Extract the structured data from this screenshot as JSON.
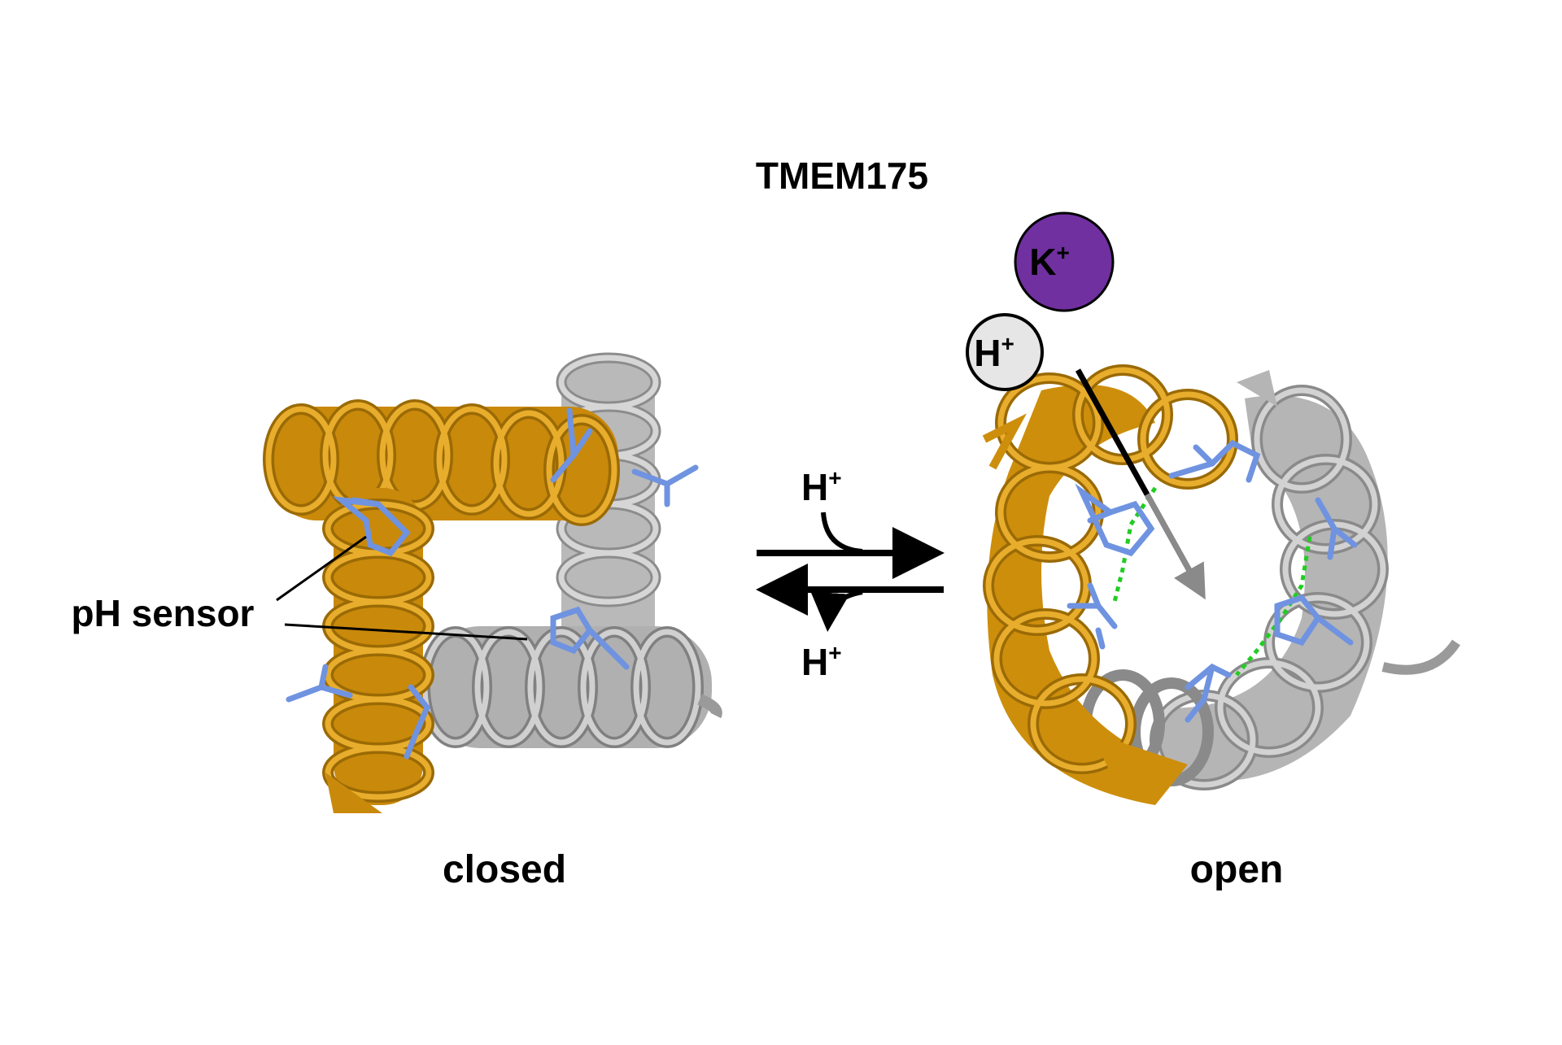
{
  "title": "TMEM175",
  "states": {
    "closed": {
      "label": "closed"
    },
    "open": {
      "label": "open"
    }
  },
  "annotation": {
    "ph_sensor": "pH sensor"
  },
  "equilibrium": {
    "forward_ion": "H",
    "forward_charge": "+",
    "reverse_ion": "H",
    "reverse_charge": "+"
  },
  "ions": {
    "potassium": {
      "symbol": "K",
      "charge": "+",
      "color": "#7030a0"
    },
    "proton": {
      "symbol": "H",
      "charge": "+",
      "color": "#e6e6e6"
    }
  },
  "colors": {
    "helix_gold": "#d99a12",
    "helix_grey": "#a8a8a8",
    "residue_blue": "#6f93e0",
    "hbond_green": "#22cc22"
  }
}
